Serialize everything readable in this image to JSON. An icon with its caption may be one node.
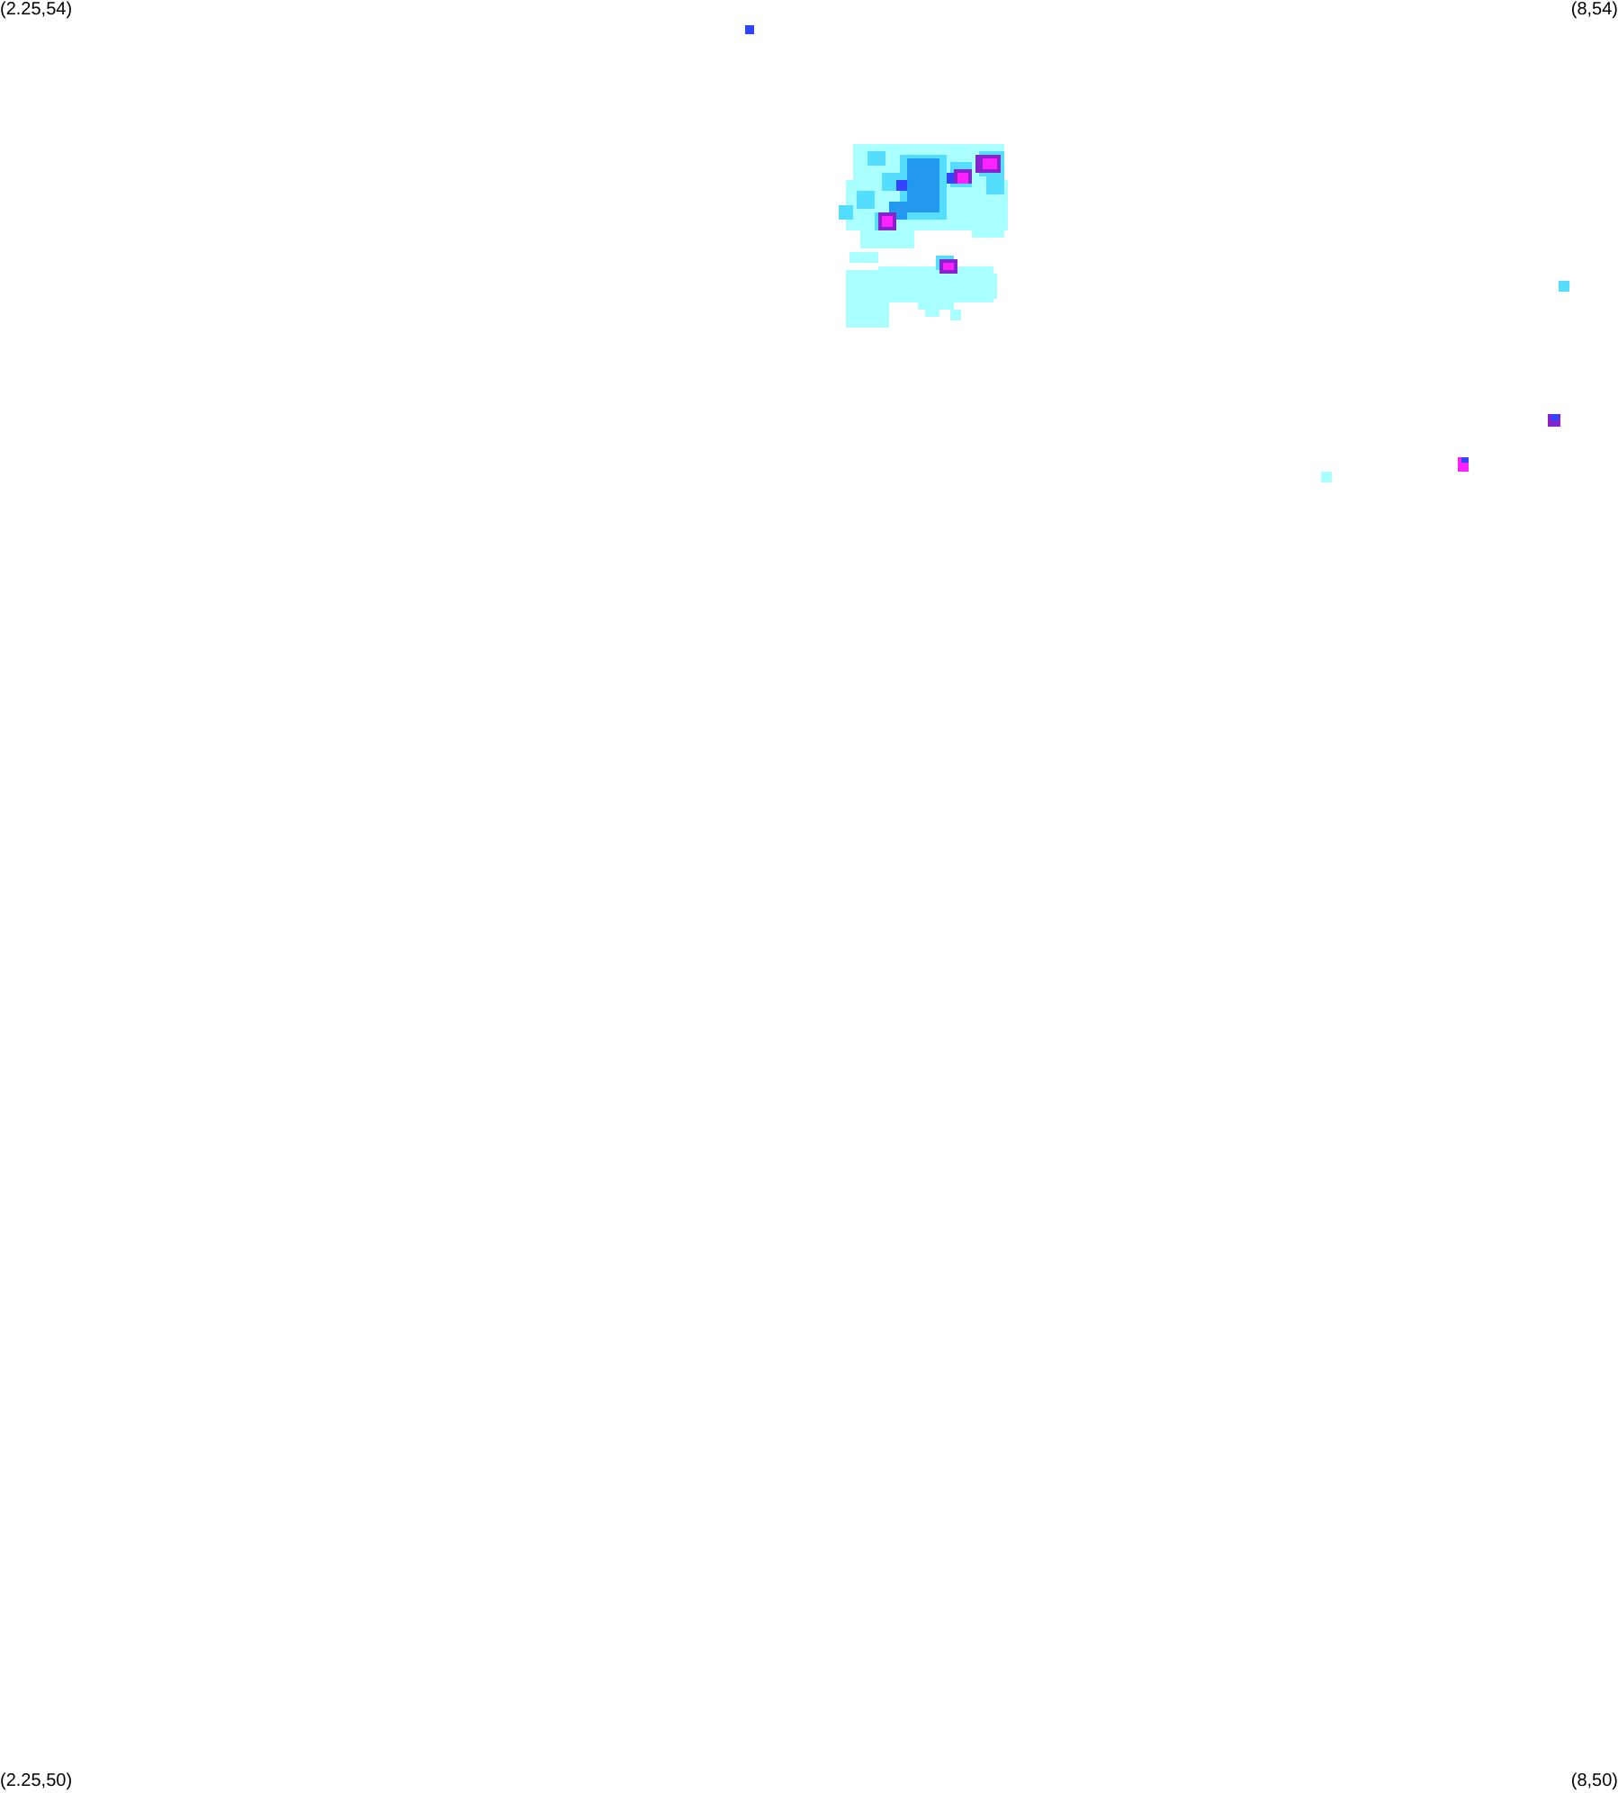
{
  "diagram": {
    "labels": [
      "(2.25,54)",
      "(8,54)",
      "(2.25,50)",
      "(8,50)"
    ]
  }
}
